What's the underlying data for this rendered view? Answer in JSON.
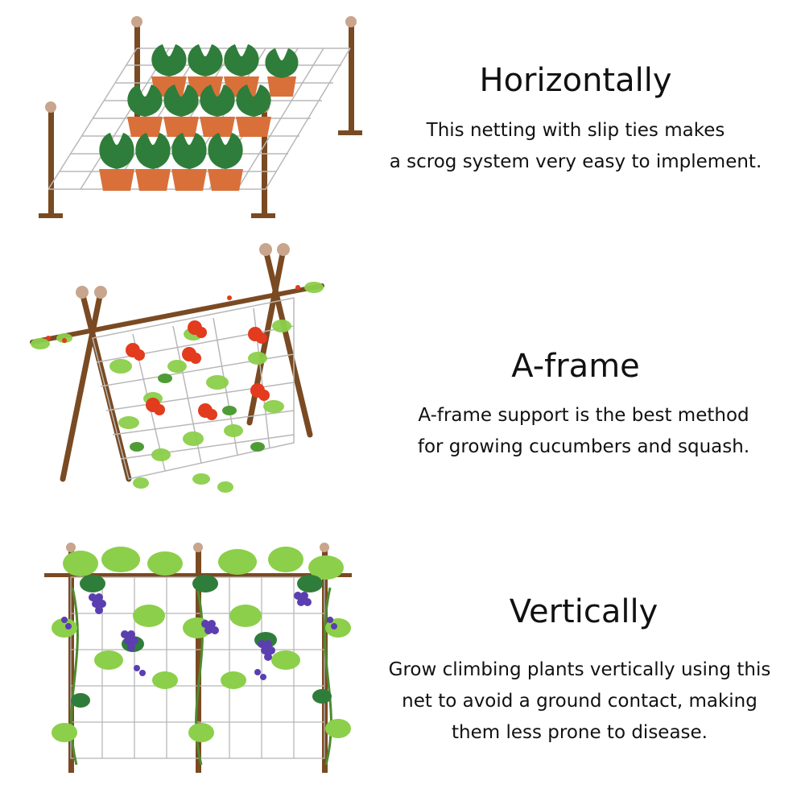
{
  "sections": [
    {
      "heading": "Horizontally",
      "description": "This netting with slip ties makes\na scrog system very easy to implement.",
      "illustration": "horizontal-trellis-potted-plants"
    },
    {
      "heading": "A-frame",
      "description": "A-frame support is the best method\nfor growing cucumbers and squash.",
      "illustration": "a-frame-trellis-climbing-plants"
    },
    {
      "heading": "Vertically",
      "description": "Grow climbing plants vertically using this\nnet to avoid a ground contact, making\nthem less prone to disease.",
      "illustration": "vertical-trellis-grape-vines"
    }
  ],
  "colors": {
    "pole": "#7a4a22",
    "pole_cap": "#c8a58c",
    "net": "#b8b8b8",
    "leaf_dark": "#2f7d3a",
    "leaf_light": "#8ccf4a",
    "pot": "#d9703a",
    "flower": "#e23b1e",
    "grape": "#5b3fb0"
  }
}
